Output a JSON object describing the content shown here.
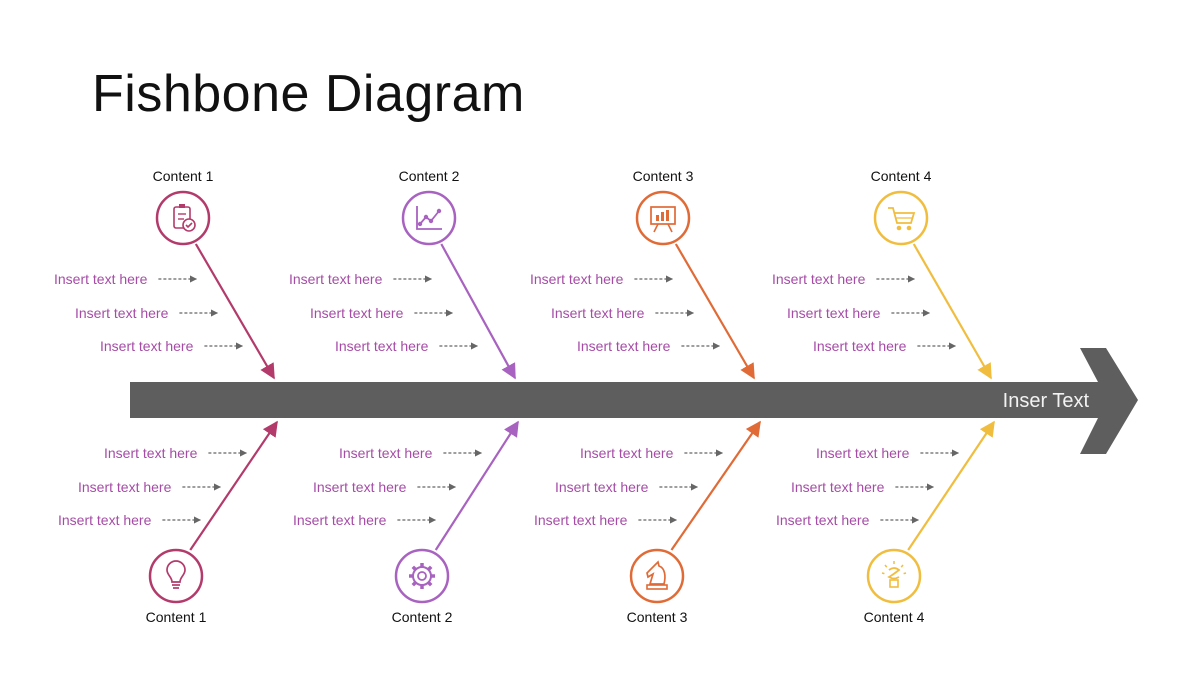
{
  "title": "Fishbone Diagram",
  "spine_label": "Inser Text",
  "colors": {
    "spine": "#5e5e5e",
    "item_text": "#a64ca6",
    "arrow": "#666666",
    "bone_1": "#b33b6b",
    "bone_2": "#a862c0",
    "bone_3": "#e06b36",
    "bone_4": "#f0bd3f"
  },
  "top_bones": [
    {
      "label": "Content 1",
      "icon": "clipboard-check-icon",
      "items": [
        "Insert text here",
        "Insert text here",
        "Insert text here"
      ]
    },
    {
      "label": "Content 2",
      "icon": "line-chart-icon",
      "items": [
        "Insert text here",
        "Insert text here",
        "Insert text here"
      ]
    },
    {
      "label": "Content 3",
      "icon": "presentation-board-icon",
      "items": [
        "Insert text here",
        "Insert text here",
        "Insert text here"
      ]
    },
    {
      "label": "Content 4",
      "icon": "shopping-cart-icon",
      "items": [
        "Insert text here",
        "Insert text here",
        "Insert text here"
      ]
    }
  ],
  "bottom_bones": [
    {
      "label": "Content 1",
      "icon": "lightbulb-icon",
      "items": [
        "Insert text here",
        "Insert text here",
        "Insert text here"
      ]
    },
    {
      "label": "Content 2",
      "icon": "gear-icon",
      "items": [
        "Insert text here",
        "Insert text here",
        "Insert text here"
      ]
    },
    {
      "label": "Content 3",
      "icon": "chess-knight-icon",
      "items": [
        "Insert text here",
        "Insert text here",
        "Insert text here"
      ]
    },
    {
      "label": "Content 4",
      "icon": "energy-bulb-icon",
      "items": [
        "Insert text here",
        "Insert text here",
        "Insert text here"
      ]
    }
  ]
}
